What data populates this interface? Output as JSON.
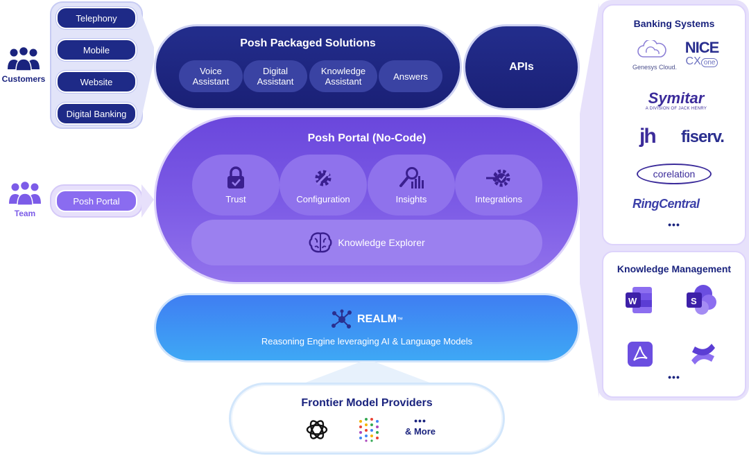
{
  "personas": {
    "customers": "Customers",
    "team": "Team"
  },
  "channels": [
    "Telephony",
    "Mobile",
    "Website",
    "Digital Banking"
  ],
  "team_channel": "Posh Portal",
  "packaged": {
    "title": "Posh Packaged Solutions",
    "items": [
      "Voice\nAssistant",
      "Digital\nAssistant",
      "Knowledge\nAssistant",
      "Answers"
    ]
  },
  "apis": "APIs",
  "portal": {
    "title": "Posh Portal (No-Code)",
    "items": [
      "Trust",
      "Configuration",
      "Insights",
      "Integrations"
    ],
    "explorer": "Knowledge Explorer"
  },
  "realm": {
    "title": "REALM",
    "tm": "™",
    "subtitle": "Reasoning Engine leveraging AI & Language Models"
  },
  "frontier": {
    "title": "Frontier Model Providers",
    "more": "& More",
    "dots": "•••"
  },
  "banking": {
    "title": "Banking Systems",
    "logos": {
      "genesys": "Genesys Cloud.",
      "nice": "NICE",
      "cx": "CX",
      "cxone": "one",
      "symitar": "Symitar",
      "symitar_sub": "A DIVISION OF JACK HENRY",
      "jh": "jh",
      "fiserv": "fiserv.",
      "corelation": "corelation",
      "ringcentral": "RingCentral"
    },
    "dots": "•••"
  },
  "knowledge": {
    "title": "Knowledge Management",
    "word_letter": "W",
    "sharepoint_letter": "S",
    "dots": "•••"
  },
  "colors": {
    "navy": "#1e2a87",
    "purple": "#7d5ce6",
    "blue": "#3ea8f5",
    "lavender": "#e7e1fb"
  }
}
